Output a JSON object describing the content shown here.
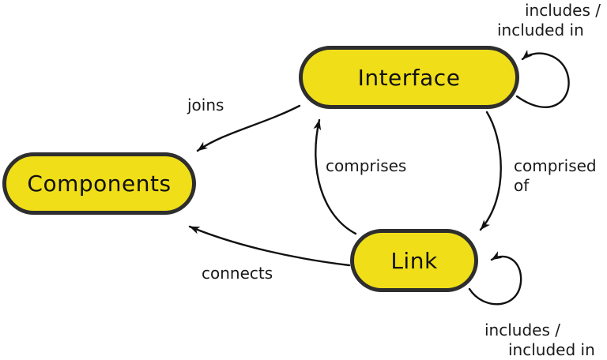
{
  "diagram": {
    "nodes": [
      {
        "id": "components",
        "label": "Components"
      },
      {
        "id": "interface",
        "label": "Interface"
      },
      {
        "id": "link",
        "label": "Link"
      }
    ],
    "edges": [
      {
        "id": "joins",
        "from": "Interface",
        "to": "Components",
        "label": "joins"
      },
      {
        "id": "comprises",
        "from": "Link",
        "to": "Interface",
        "label": "comprises"
      },
      {
        "id": "comprised-of",
        "from": "Interface",
        "to": "Link",
        "label_lines": [
          "comprised",
          "of"
        ]
      },
      {
        "id": "connects",
        "from": "Link",
        "to": "Components",
        "label": "connects"
      },
      {
        "id": "interface-includes",
        "from": "Interface",
        "to": "Interface",
        "label_lines": [
          "includes /",
          "included in"
        ]
      },
      {
        "id": "link-includes",
        "from": "Link",
        "to": "Link",
        "label_lines": [
          "includes /",
          "included in"
        ]
      }
    ],
    "colors": {
      "node_fill": "#f0de19",
      "node_border": "#2e2e2e",
      "arrow": "#111111",
      "label_text": "#1a1a1a",
      "background": "#ffffff"
    }
  }
}
